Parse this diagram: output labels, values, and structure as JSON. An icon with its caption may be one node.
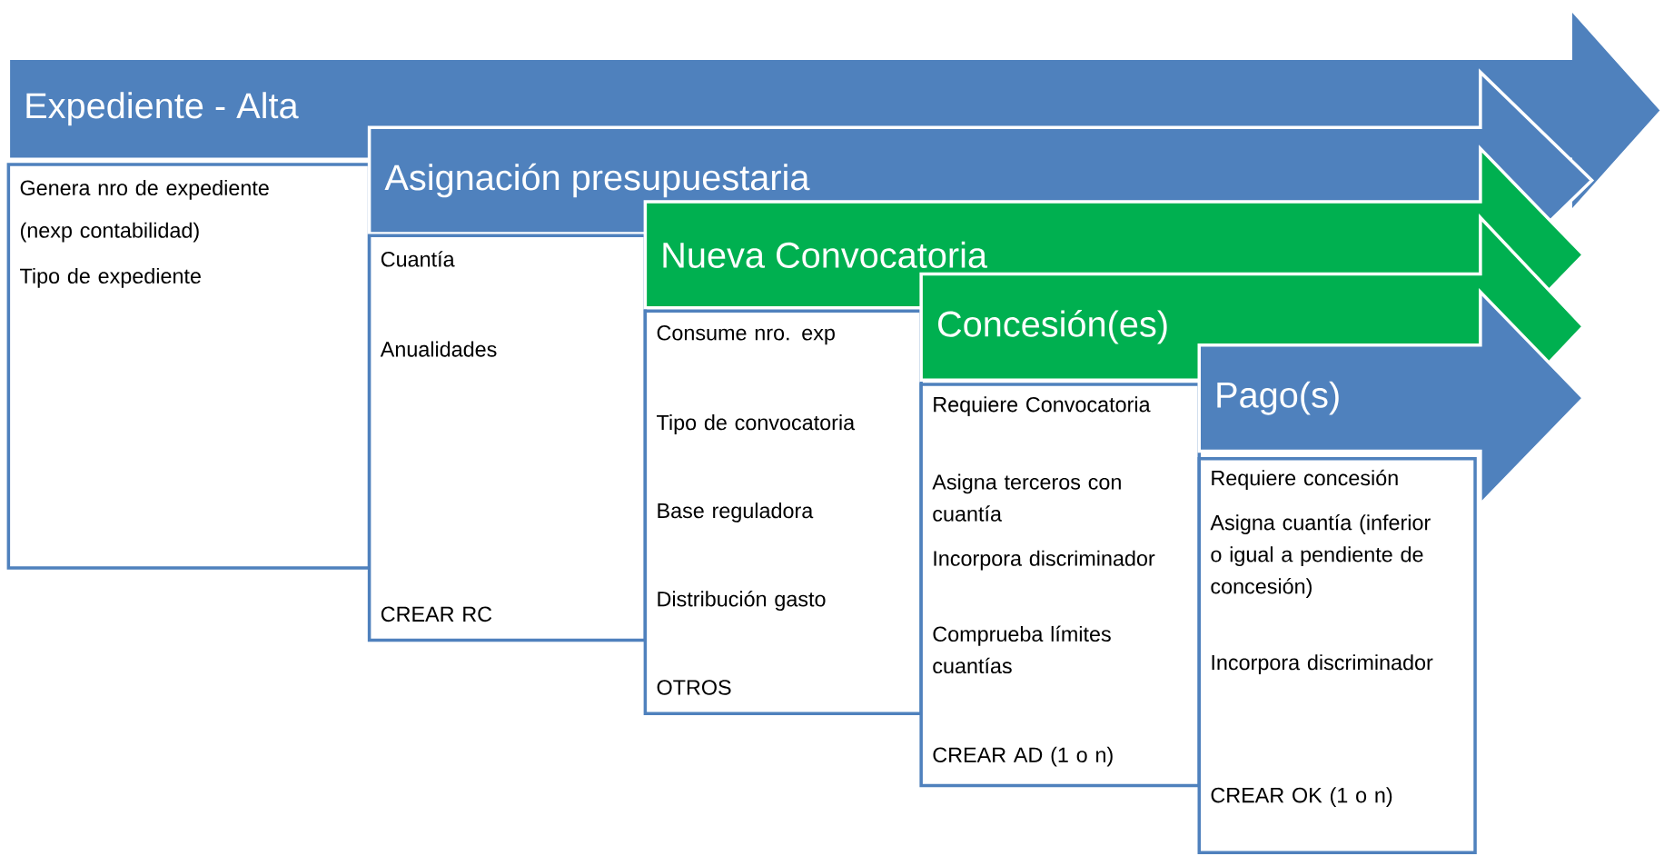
{
  "diagram": {
    "nodes": [
      {
        "text": [
          "Expediente - Alta"
        ]
      },
      {
        "text": [
          "Genera nro de expediente",
          "(nexp contabilidad)",
          "Tipo de expediente"
        ]
      },
      {
        "text": [
          "Asignación presupuestaria"
        ]
      },
      {
        "text": [
          "Cuantía",
          "Anualidades",
          "CREAR RC"
        ]
      },
      {
        "text": [
          "Nueva Convocatoria"
        ]
      },
      {
        "text": [
          "Consume nro. exp",
          "Tipo de convocatoria",
          "Base reguladora",
          "Distribución gasto",
          "OTROS"
        ]
      },
      {
        "text": [
          "Concesión(es)"
        ]
      },
      {
        "text": [
          "Requiere Convocatoria",
          "Asigna terceros con cuantía",
          "Incorpora discriminador",
          "Comprueba límites cuantías",
          "CREAR AD (1 o n)"
        ]
      },
      {
        "text": [
          "Pago(s)"
        ]
      },
      {
        "text": [
          "Requiere concesión",
          "Asigna cuantía (inferior o igual a pendiente de concesión)",
          "Incorpora discriminador",
          "CREAR OK (1 o n)"
        ]
      }
    ]
  }
}
